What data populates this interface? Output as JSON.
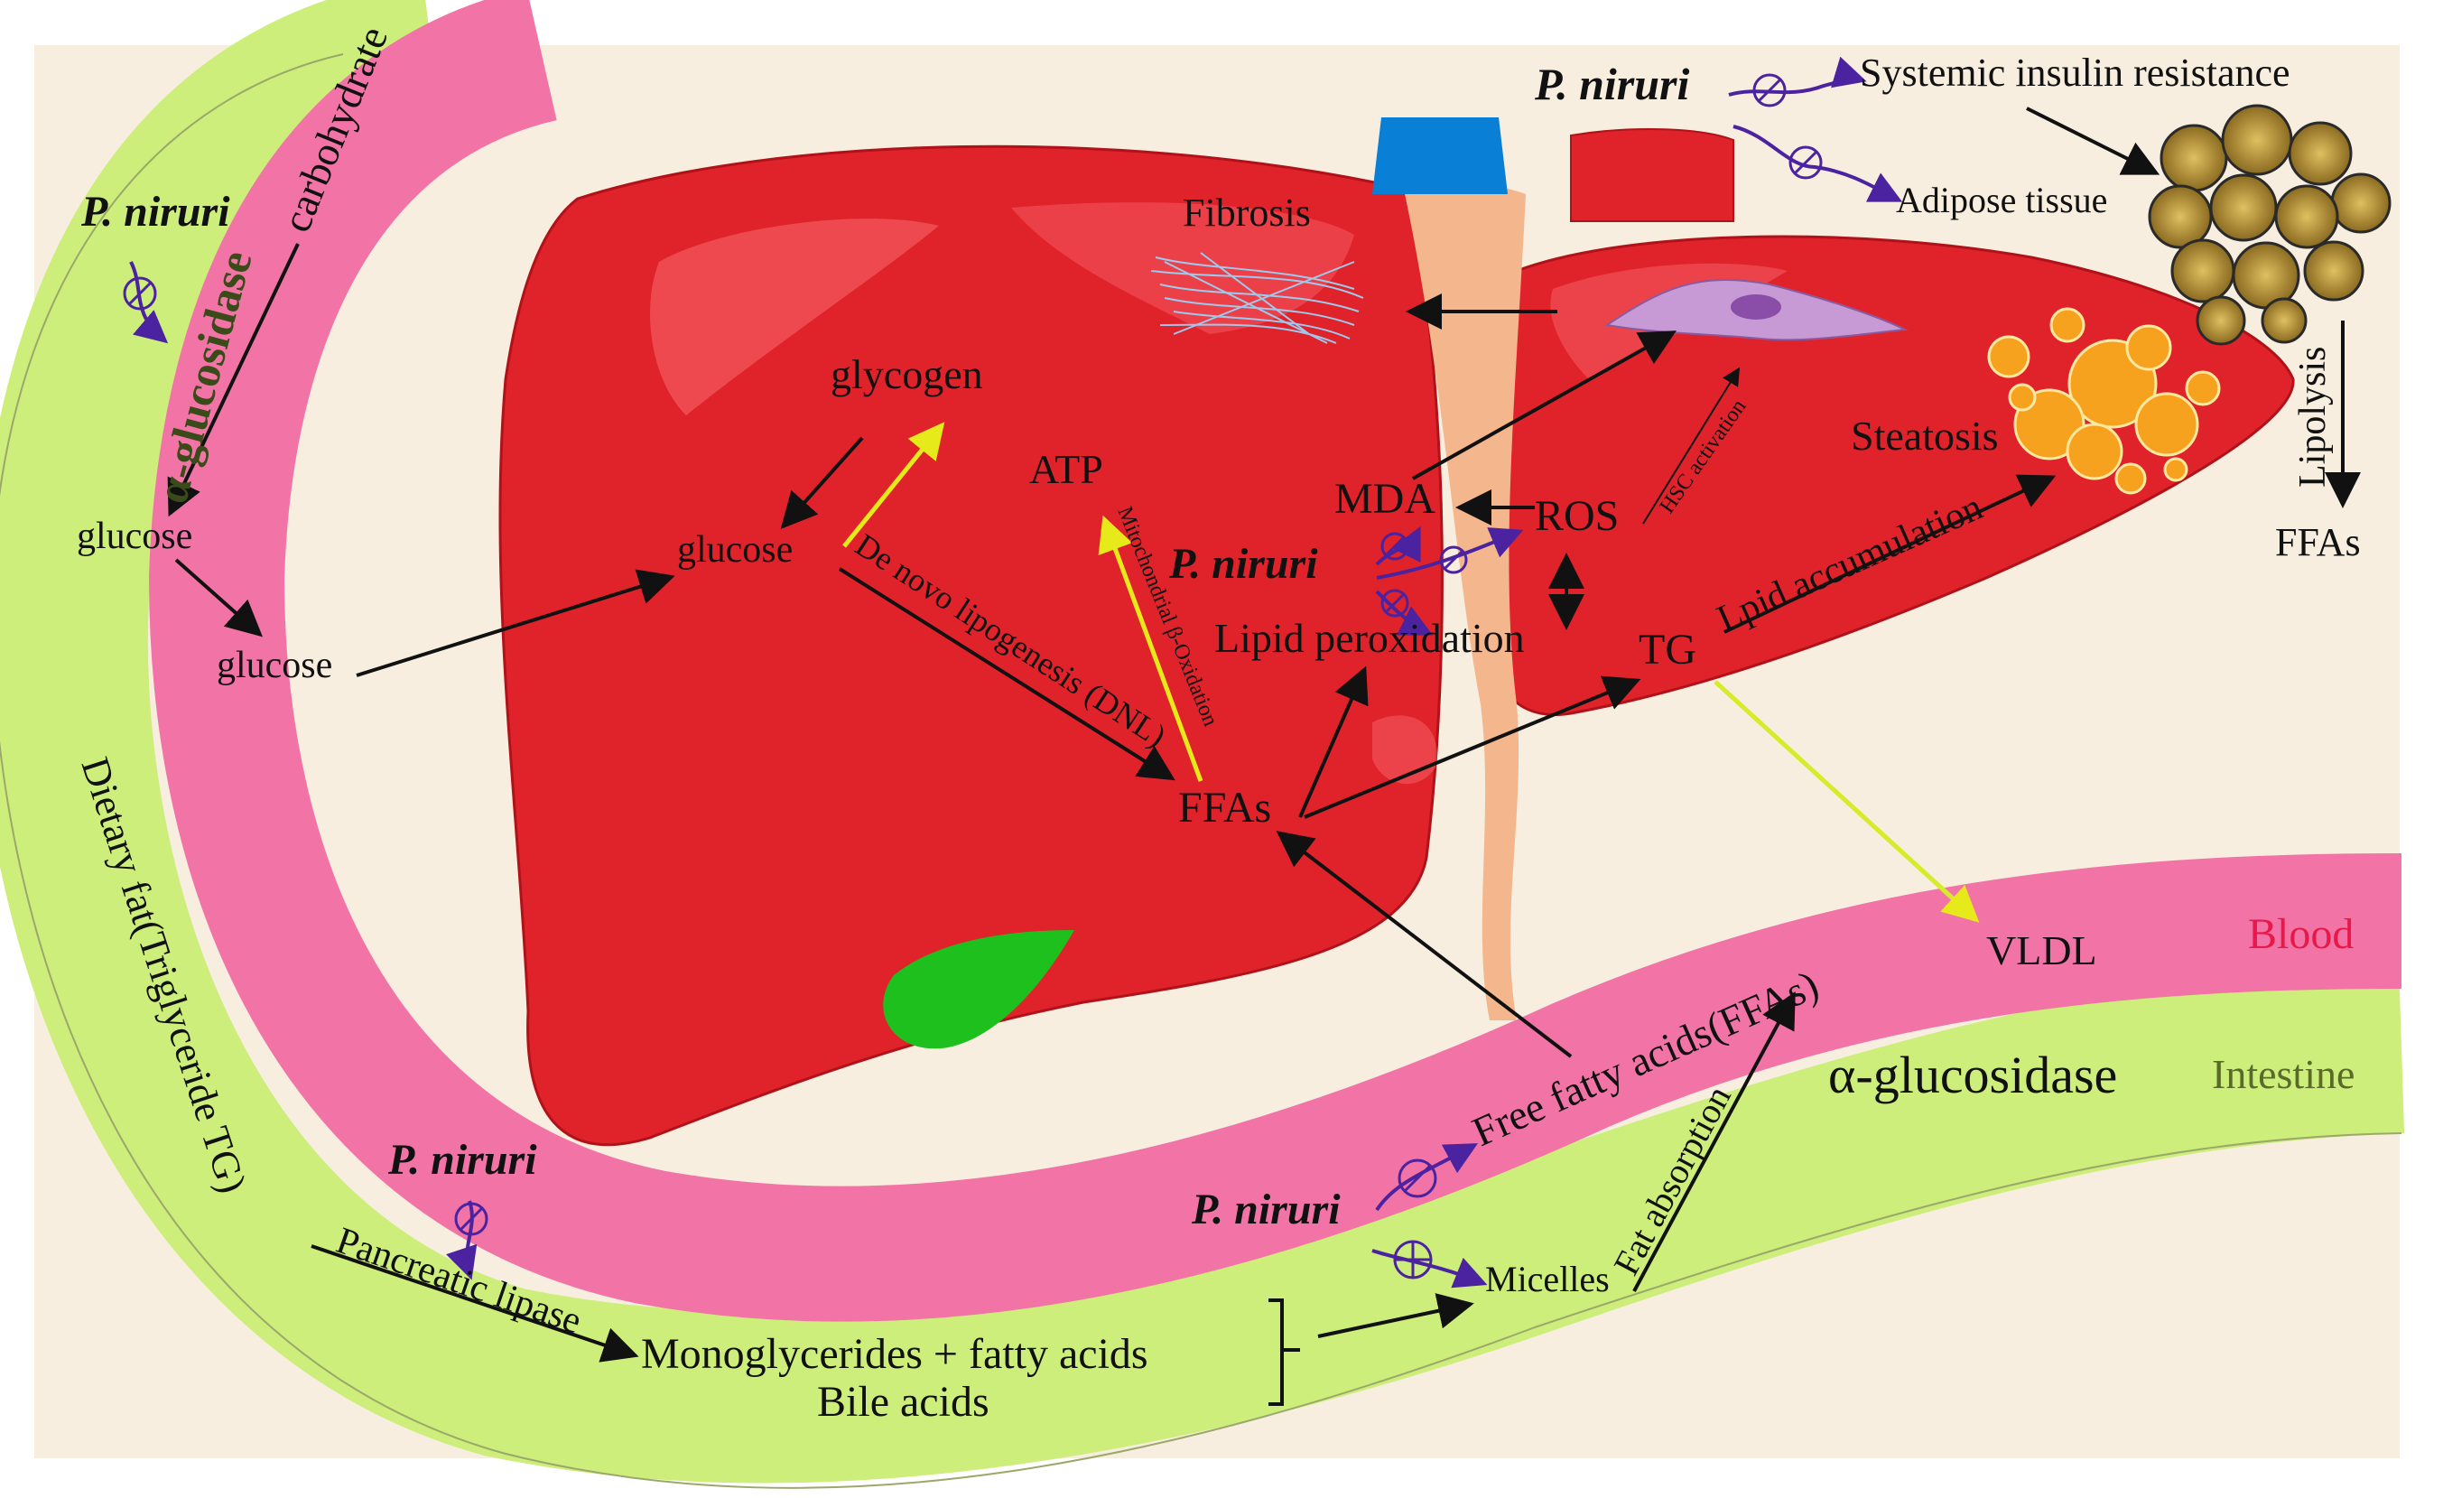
{
  "colors": {
    "background": "#f7eedf",
    "intestine": "#cdee7a",
    "blood": "#f274a6",
    "liver": "#e0222a",
    "liver_highlight": "#f45a60",
    "ligament": "#f4b68c",
    "gallbladder": "#1ec01e",
    "vein_blue": "#0a7fd6",
    "arrow": "#111111",
    "yellow_arrow": "#e6ea1a",
    "purple": "#4b22a0",
    "blood_label": "#e8194a",
    "intestine_label": "#5a6a2a",
    "adipocyte": "#c8a233",
    "lipid_droplet": "#f6a21e"
  },
  "labels": {
    "carbohydrate": "carbohydrate",
    "alpha_glucosidase_left": "α-glucosidase",
    "pniruri": "P. niruri",
    "glucose": "glucose",
    "glycogen": "glycogen",
    "atp": "ATP",
    "fibrosis": "Fibrosis",
    "mda": "MDA",
    "ros": "ROS",
    "hsc_activation": "HSC activation",
    "steatosis": "Steatosis",
    "lipid_peroxidation": "Lipid peroxidation",
    "tg": "TG",
    "lipid_accumulation": "Lpid accumulation",
    "de_novo": "De novo lipogenesis (DNL)",
    "mito_oxidation": "Mitochondrial β-Oxidation",
    "ffas": "FFAs",
    "systemic_insulin": "Systemic insulin resistance",
    "adipose_tissue": "Adipose tissue",
    "lipolysis": "Lipolysis",
    "vldl": "VLDL",
    "blood": "Blood",
    "intestine": "Intestine",
    "alpha_glucosidase_right": "α-glucosidase",
    "free_fatty_acids": "Free fatty acids(FFAs)",
    "fat_absorption": "Fat absorption",
    "micelles": "Micelles",
    "dietary_fat": "Dietary fat(Triglyceride TG)",
    "pancreatic_lipase": "Pancreatic lipase",
    "monoglycerides": "Monoglycerides + fatty acids",
    "bile_acids": "Bile acids"
  },
  "icons": {
    "inhibit": "circle-slash-inhibition-icon",
    "promote": "circle-plus-promotion-icon",
    "cell": "hepatic-stellate-cell-icon",
    "adipose": "adipose-tissue-icon"
  }
}
